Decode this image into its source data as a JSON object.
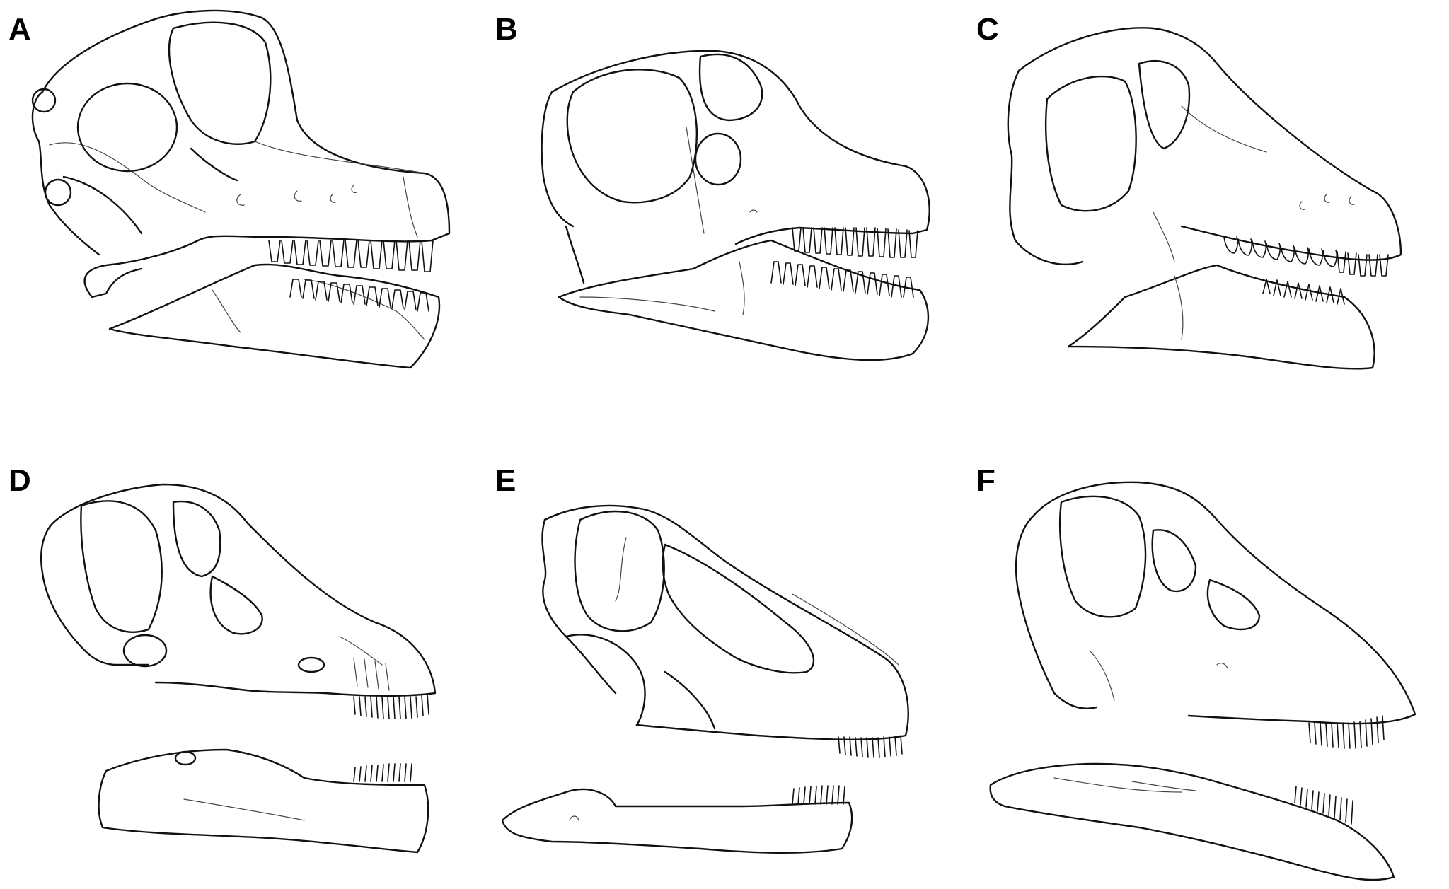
{
  "figure": {
    "panels": [
      {
        "label": "A",
        "skull_icon": "sauropod-skull-lateral-icon"
      },
      {
        "label": "B",
        "skull_icon": "sauropod-skull-lateral-icon"
      },
      {
        "label": "C",
        "skull_icon": "sauropod-skull-lateral-icon"
      },
      {
        "label": "D",
        "skull_icon": "sauropod-skull-lateral-icon"
      },
      {
        "label": "E",
        "skull_icon": "sauropod-skull-lateral-icon"
      },
      {
        "label": "F",
        "skull_icon": "sauropod-skull-lateral-icon"
      }
    ]
  }
}
